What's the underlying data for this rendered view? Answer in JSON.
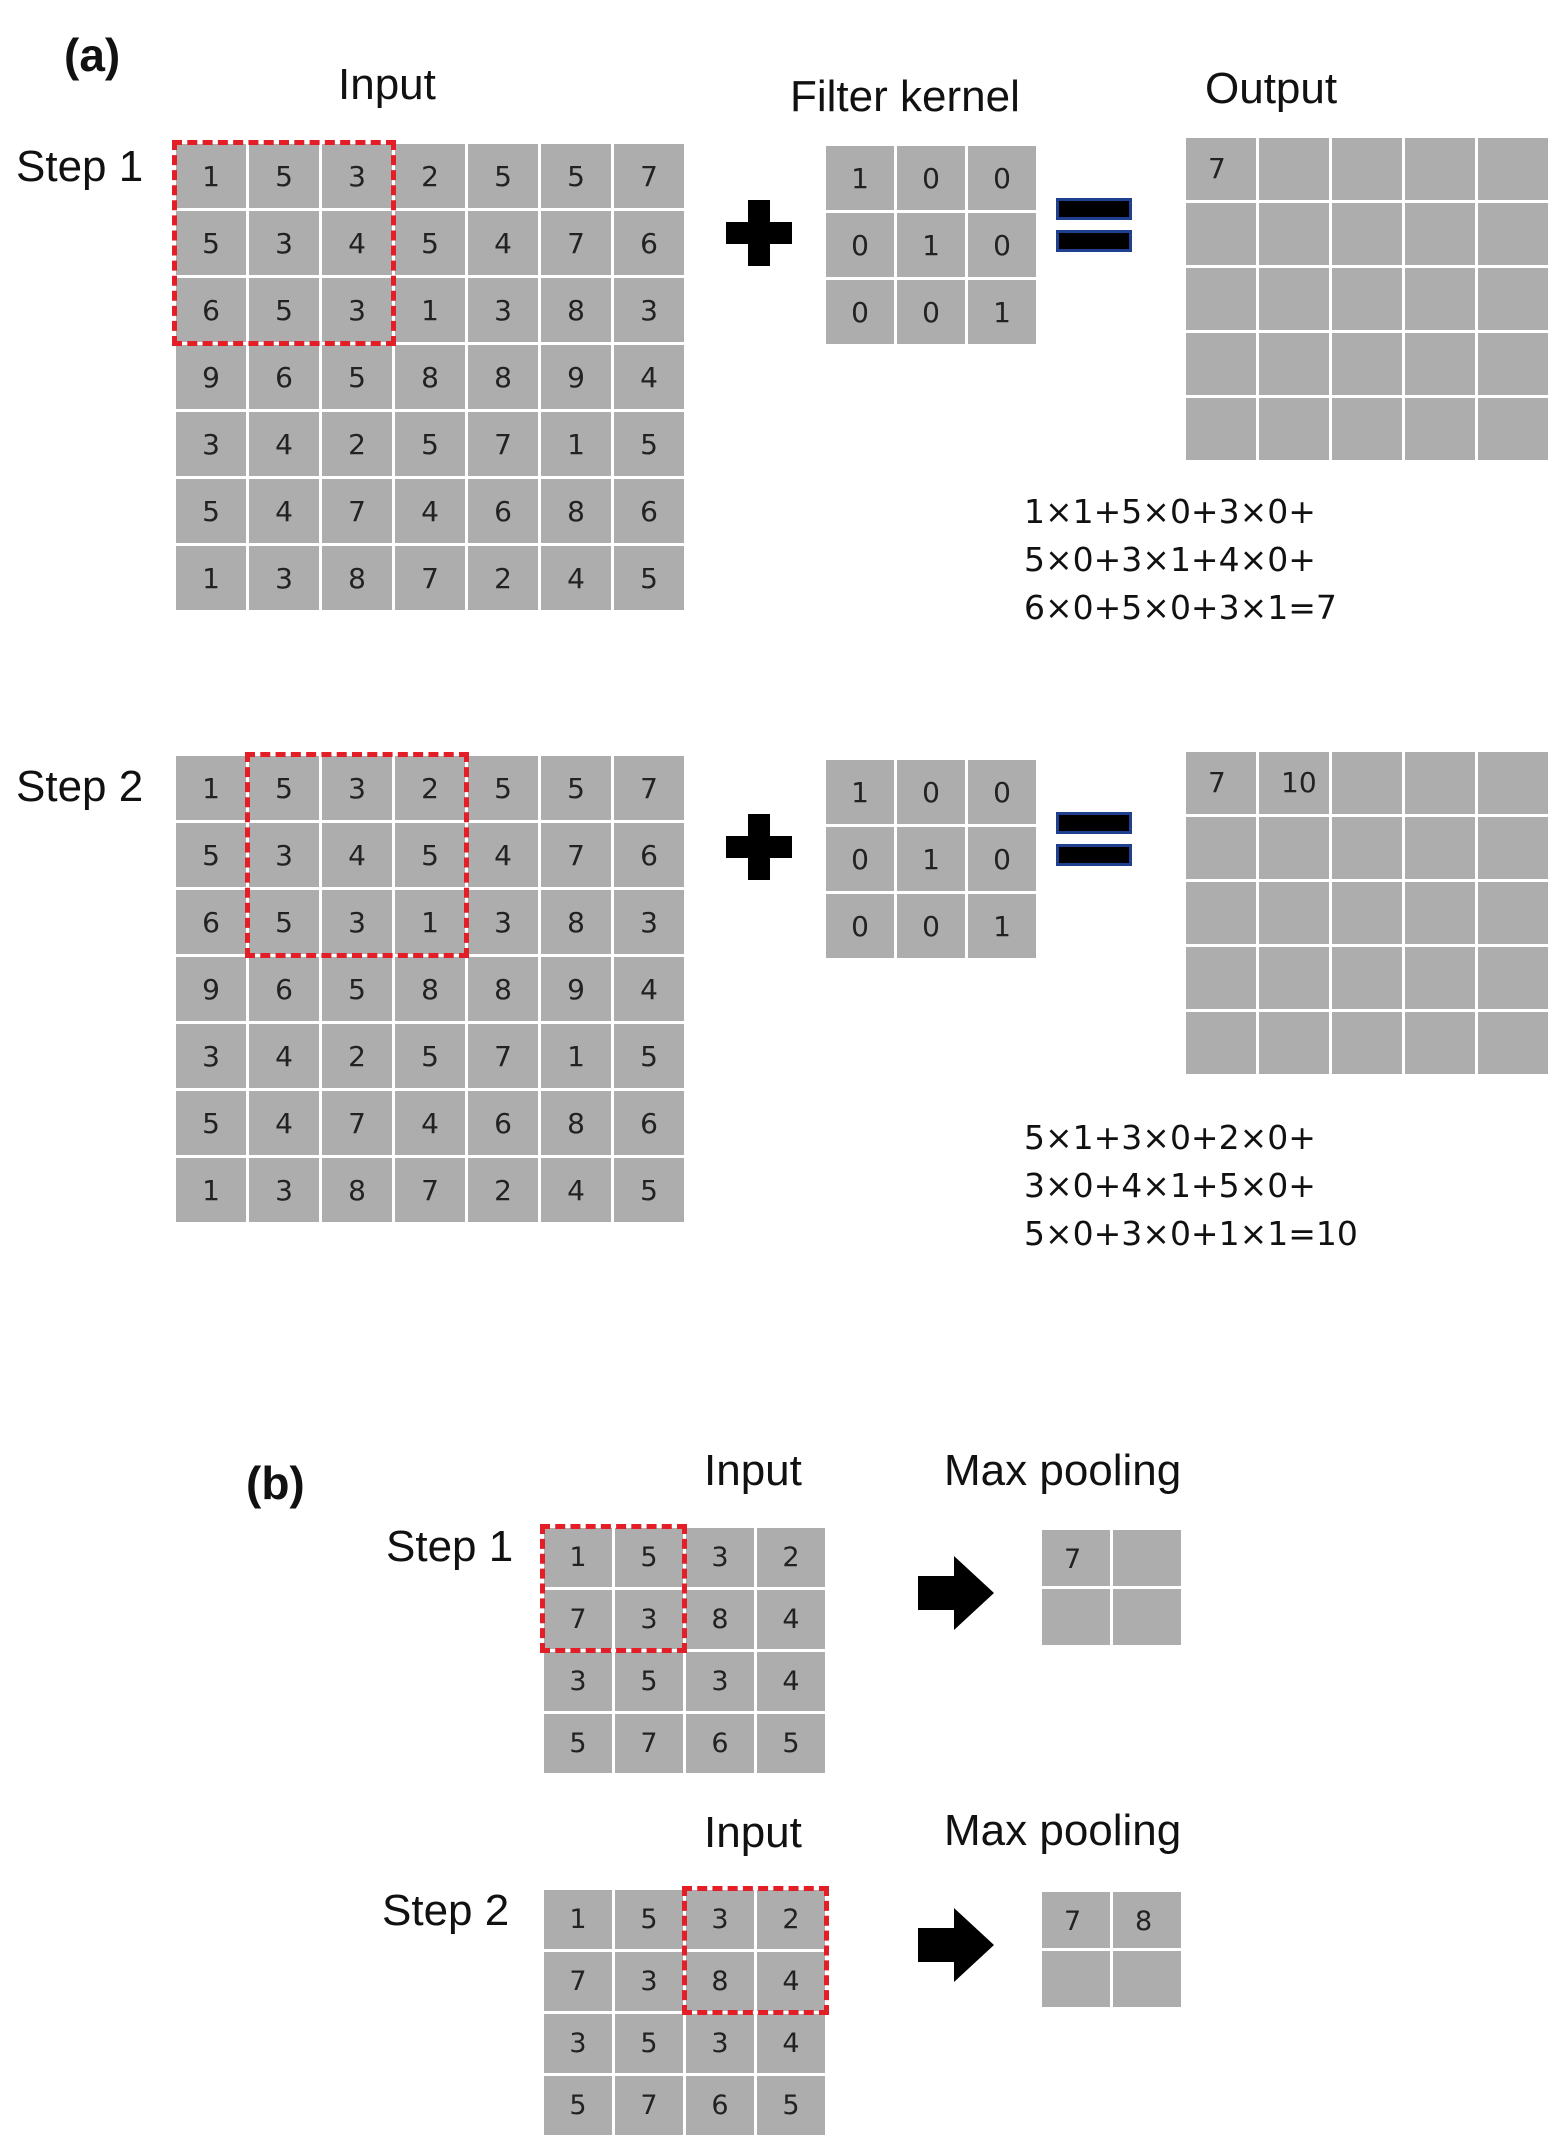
{
  "panel_a": {
    "label": "(a)",
    "input_title": "Input",
    "filter_title": "Filter kernel",
    "output_title": "Output",
    "input_matrix": [
      [
        "1",
        "5",
        "3",
        "2",
        "5",
        "5",
        "7"
      ],
      [
        "5",
        "3",
        "4",
        "5",
        "4",
        "7",
        "6"
      ],
      [
        "6",
        "5",
        "3",
        "1",
        "3",
        "8",
        "3"
      ],
      [
        "9",
        "6",
        "5",
        "8",
        "8",
        "9",
        "4"
      ],
      [
        "3",
        "4",
        "2",
        "5",
        "7",
        "1",
        "5"
      ],
      [
        "5",
        "4",
        "7",
        "4",
        "6",
        "8",
        "6"
      ],
      [
        "1",
        "3",
        "8",
        "7",
        "2",
        "4",
        "5"
      ]
    ],
    "kernel": [
      [
        "1",
        "0",
        "0"
      ],
      [
        "0",
        "1",
        "0"
      ],
      [
        "0",
        "0",
        "1"
      ]
    ],
    "steps": [
      {
        "label": "Step 1",
        "window_origin": [
          0,
          0
        ],
        "output": [
          [
            "7",
            "",
            "",
            "",
            ""
          ],
          [
            "",
            "",
            "",
            "",
            ""
          ],
          [
            "",
            "",
            "",
            "",
            ""
          ],
          [
            "",
            "",
            "",
            "",
            ""
          ],
          [
            "",
            "",
            "",
            "",
            ""
          ]
        ],
        "calc": [
          "1×1+5×0+3×0+",
          "5×0+3×1+4×0+",
          "6×0+5×0+3×1=7"
        ]
      },
      {
        "label": "Step 2",
        "window_origin": [
          0,
          1
        ],
        "output": [
          [
            "7",
            "10",
            "",
            "",
            ""
          ],
          [
            "",
            "",
            "",
            "",
            ""
          ],
          [
            "",
            "",
            "",
            "",
            ""
          ],
          [
            "",
            "",
            "",
            "",
            ""
          ],
          [
            "",
            "",
            "",
            "",
            ""
          ]
        ],
        "calc": [
          "5×1+3×0+2×0+",
          "3×0+4×1+5×0+",
          "5×0+3×0+1×1=10"
        ]
      }
    ]
  },
  "panel_b": {
    "label": "(b)",
    "input_title": "Input",
    "pool_title": "Max pooling",
    "input_matrix": [
      [
        "1",
        "5",
        "3",
        "2"
      ],
      [
        "7",
        "3",
        "8",
        "4"
      ],
      [
        "3",
        "5",
        "3",
        "4"
      ],
      [
        "5",
        "7",
        "6",
        "5"
      ]
    ],
    "steps": [
      {
        "label": "Step 1",
        "window_origin": [
          0,
          0
        ],
        "output": [
          [
            "7",
            ""
          ],
          [
            "",
            ""
          ]
        ]
      },
      {
        "label": "Step 2",
        "window_origin": [
          0,
          2
        ],
        "output": [
          [
            "7",
            "8"
          ],
          [
            "",
            ""
          ]
        ]
      }
    ]
  },
  "colors": {
    "cell": "#adadad",
    "highlight": "#e41e26",
    "equals_outline": "#1f3f8f"
  }
}
